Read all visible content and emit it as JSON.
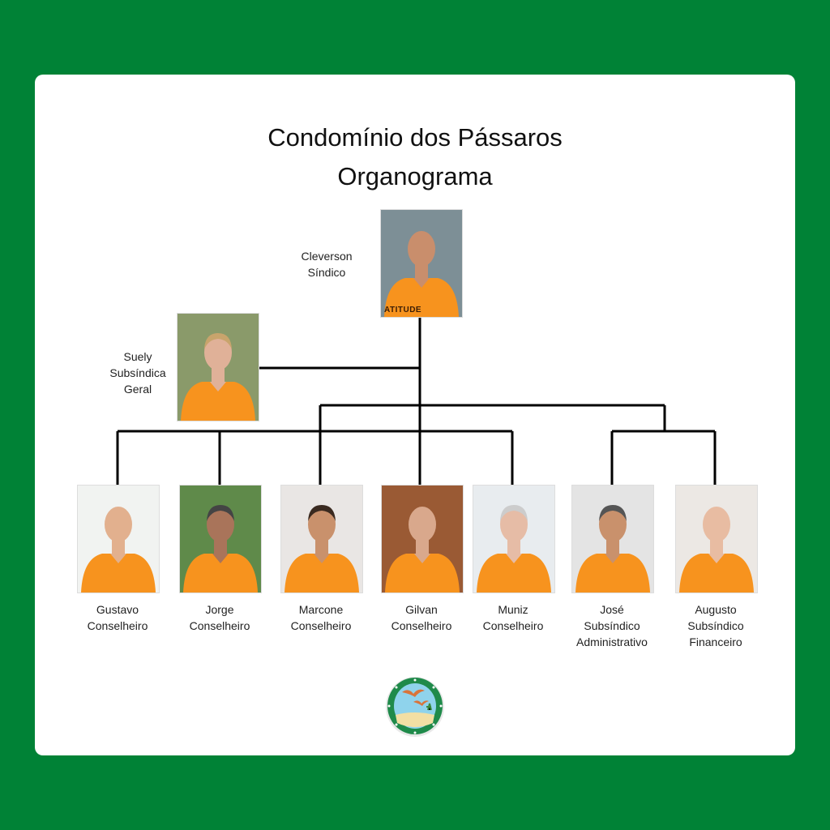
{
  "title": {
    "line1": "Condomínio dos Pássaros",
    "line2": "Organograma"
  },
  "colors": {
    "background": "#008236",
    "shirt": "#f7931e",
    "line": "#000000"
  },
  "top": {
    "name": "Cleverson",
    "role": "Síndico",
    "shirt_text": "ATITUDE"
  },
  "deputy": {
    "name": "Suely",
    "role_line1": "Subsíndica",
    "role_line2": "Geral"
  },
  "members": [
    {
      "name": "Gustavo",
      "role_line1": "Conselheiro",
      "role_line2": ""
    },
    {
      "name": "Jorge",
      "role_line1": "Conselheiro",
      "role_line2": ""
    },
    {
      "name": "Marcone",
      "role_line1": "Conselheiro",
      "role_line2": ""
    },
    {
      "name": "Gilvan",
      "role_line1": "Conselheiro",
      "role_line2": ""
    },
    {
      "name": "Muniz",
      "role_line1": "Conselheiro",
      "role_line2": ""
    },
    {
      "name": "José",
      "role_line1": "Subsíndico",
      "role_line2": "Administrativo"
    },
    {
      "name": "Augusto",
      "role_line1": "Subsíndico",
      "role_line2": "Financeiro"
    }
  ],
  "logo": {
    "icon": "birds-emblem-icon"
  }
}
